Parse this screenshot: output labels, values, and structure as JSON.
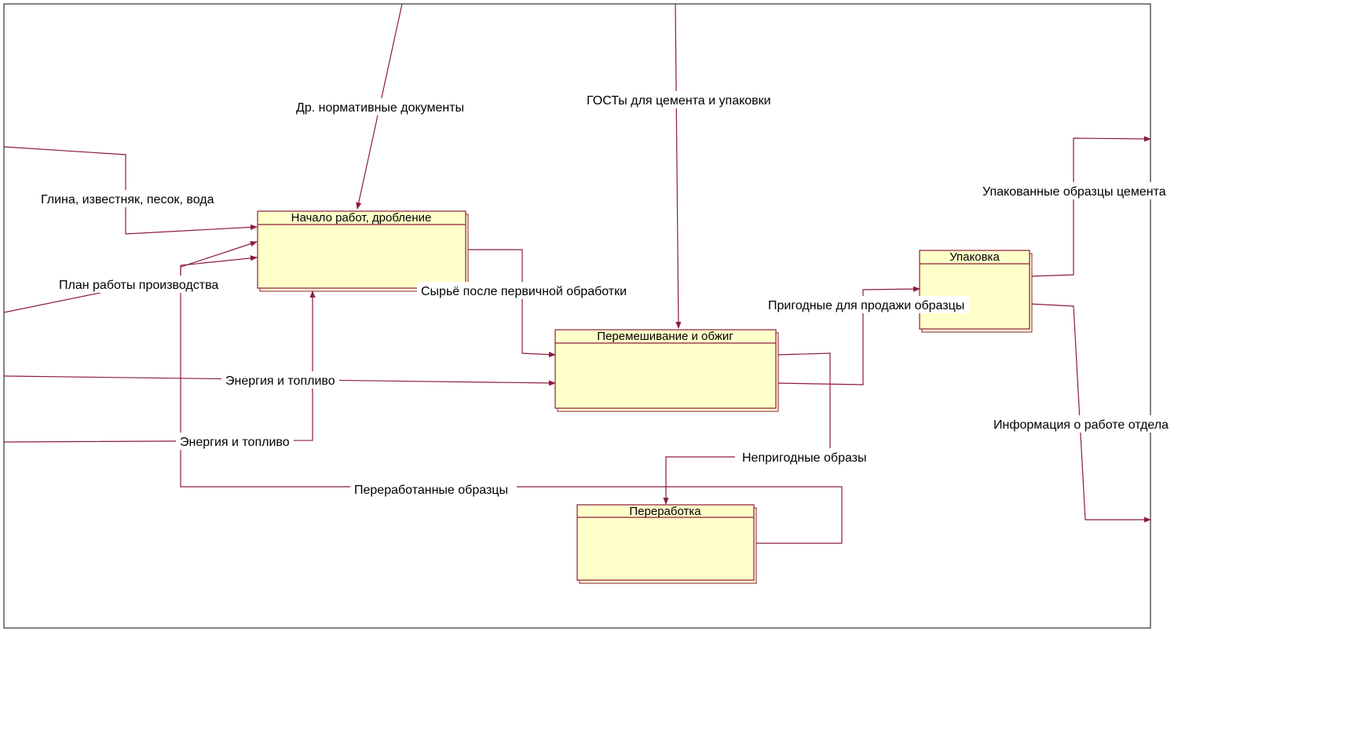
{
  "diagram": {
    "colors": {
      "line": "#8c1c3c",
      "box_fill": "#ffffc9",
      "frame": "#333333"
    },
    "boxes": {
      "start": "Начало работ, дробление",
      "mixing": "Перемешивание и обжиг",
      "packing": "Упаковка",
      "recycling": "Переработка"
    },
    "arrows": {
      "norm_docs": "Др. нормативные документы",
      "gost": "ГОСТы для цемента и упаковки",
      "raw_materials": "Глина, известняк, песок, вода",
      "production_plan": "План работы производства",
      "processed_raw": "Сырьё после первичной обработки",
      "energy_1": "Энергия и топливо",
      "energy_2": "Энергия и топливо",
      "sellable": "Пригодные для продажи образцы",
      "unfit": "Непригодные образы",
      "recycled": "Переработанные образцы",
      "packed": "Упакованные образцы цемента",
      "dept_info": "Информация о работе отдела"
    }
  }
}
